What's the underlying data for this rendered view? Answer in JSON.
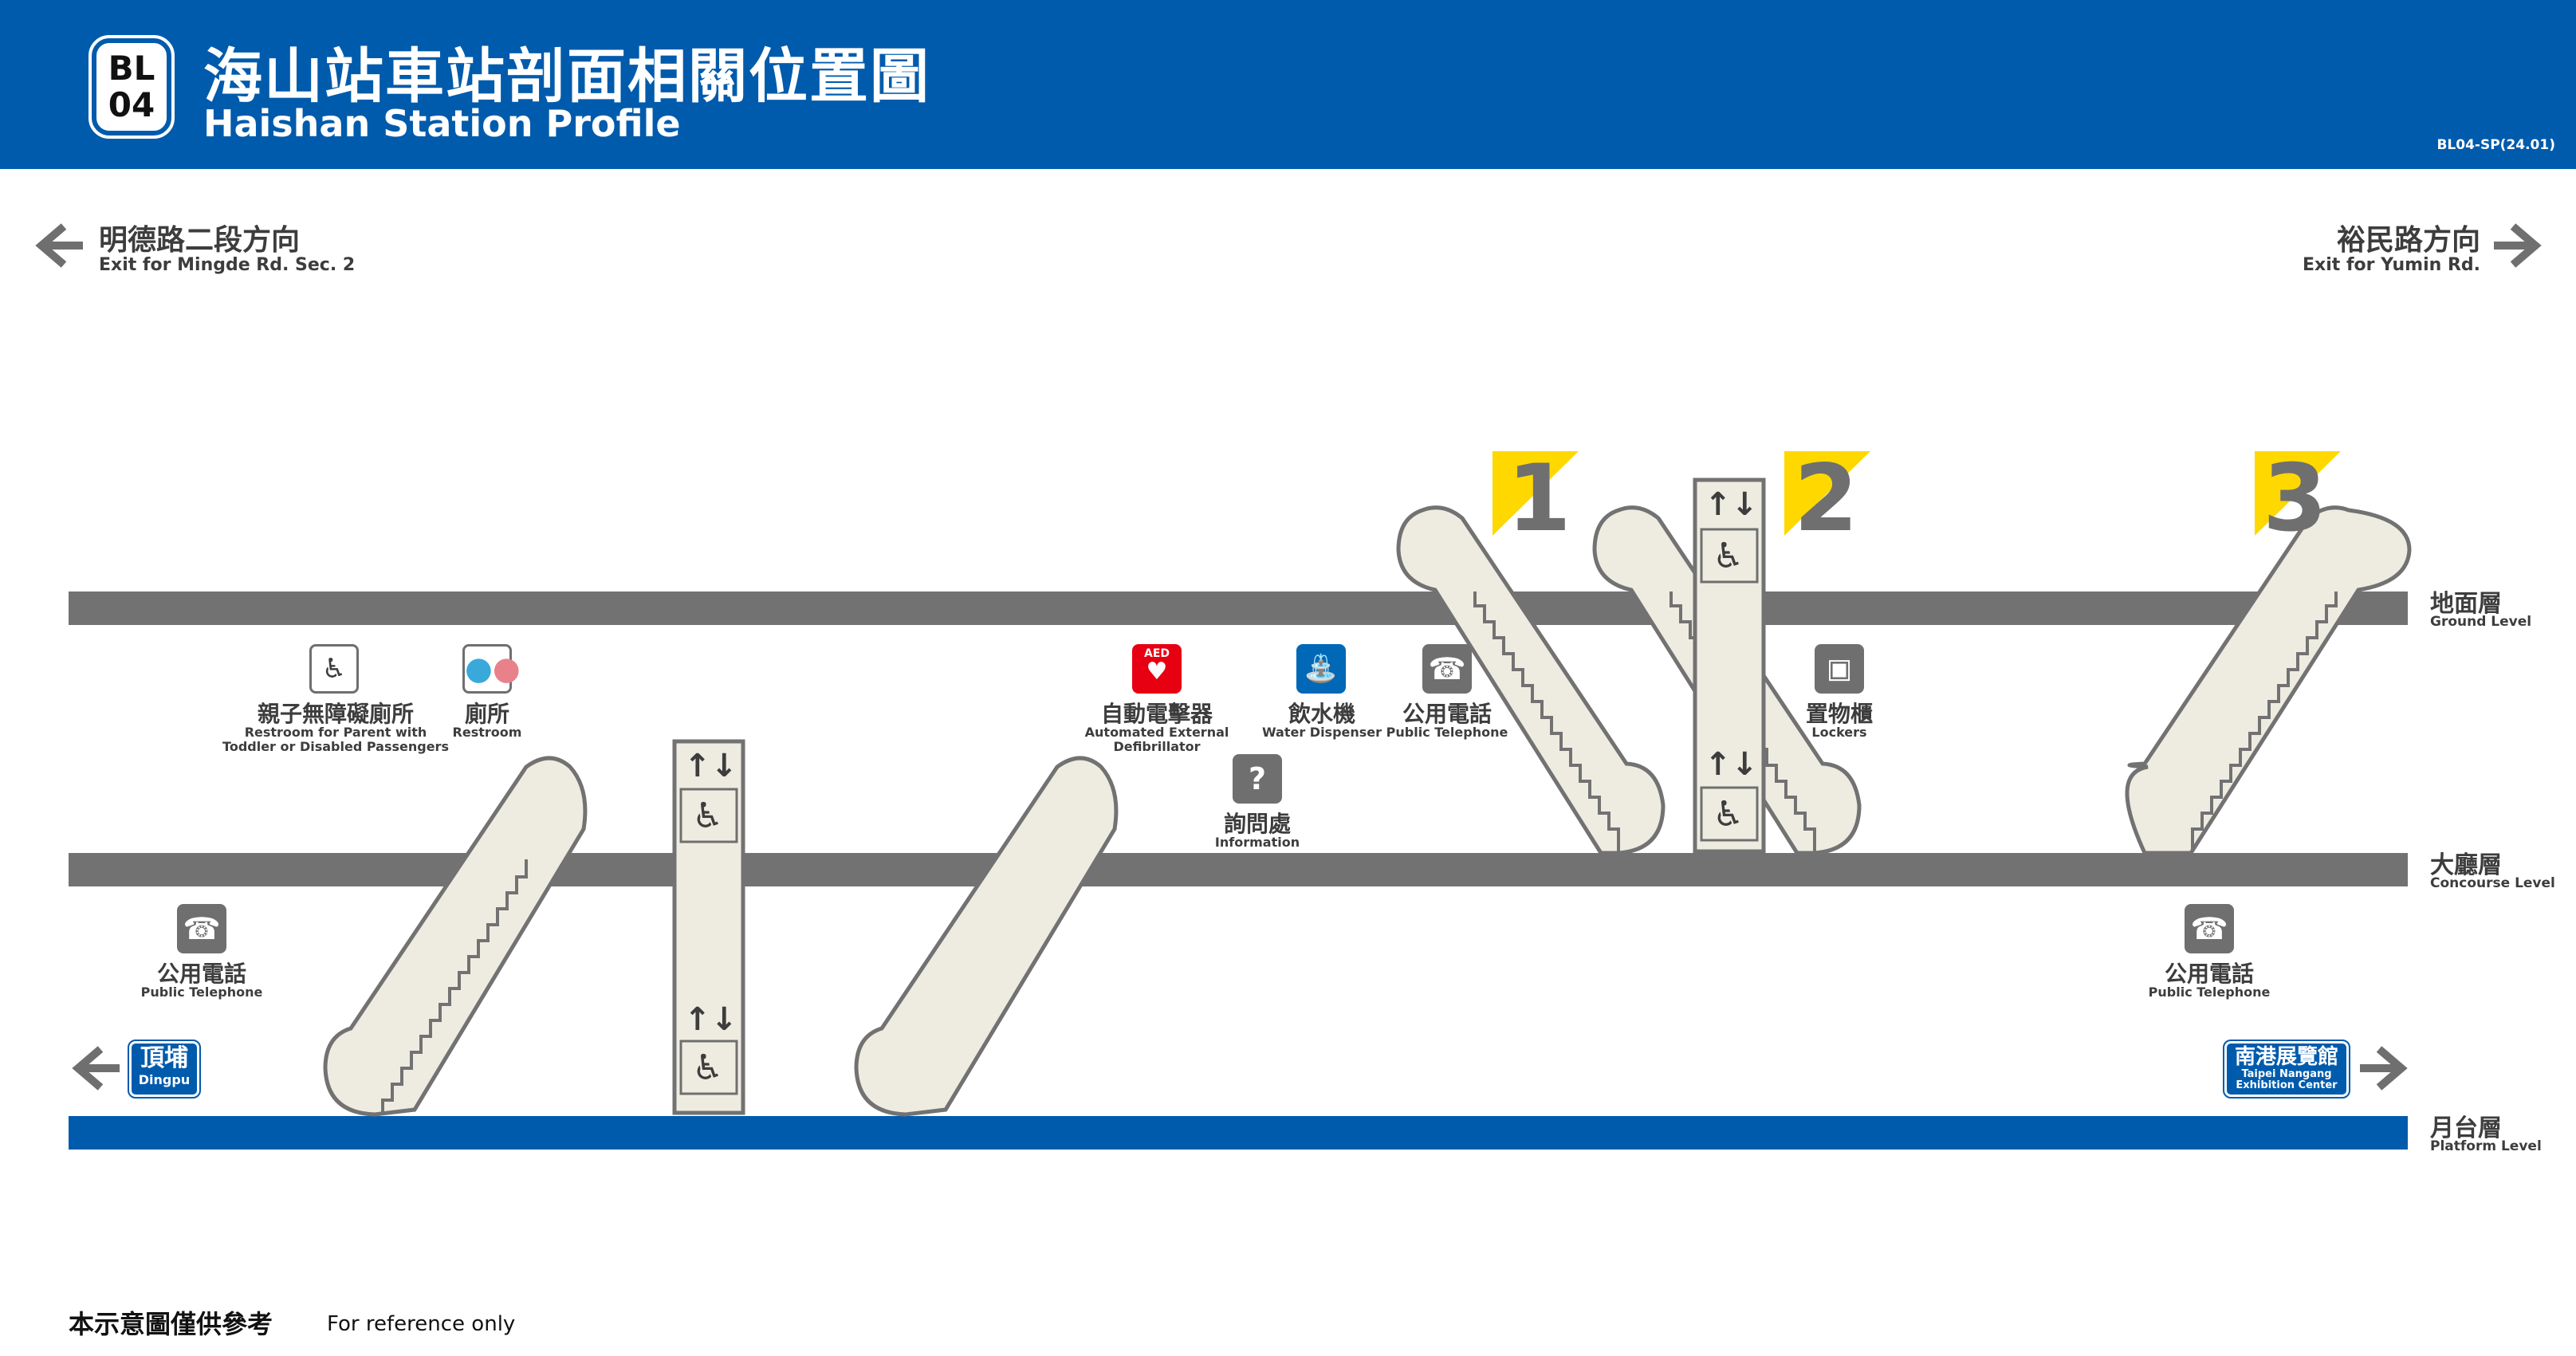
{
  "header": {
    "badge_line1": "BL",
    "badge_line2": "04",
    "title_zh": "海山站車站剖面相關位置圖",
    "title_en": "Haishan Station Profile",
    "code": "BL04-SP(24.01)"
  },
  "directions": {
    "left_zh": "明德路二段方向",
    "left_en": "Exit for Mingde Rd. Sec. 2",
    "right_zh": "裕民路方向",
    "right_en": "Exit for Yumin Rd."
  },
  "levels": [
    {
      "zh": "地面層",
      "en": "Ground Level"
    },
    {
      "zh": "大廳層",
      "en": "Concourse Level"
    },
    {
      "zh": "月台層",
      "en": "Platform Level"
    }
  ],
  "exits": [
    "1",
    "2",
    "3"
  ],
  "facilities": {
    "family_restroom": {
      "zh": "親子無障礙廁所",
      "en1": "Restroom for Parent with",
      "en2": "Toddler or Disabled Passengers"
    },
    "restroom": {
      "zh": "廁所",
      "en": "Restroom"
    },
    "aed": {
      "zh": "自動電擊器",
      "en1": "Automated External",
      "en2": "Defibrillator",
      "badge": "AED"
    },
    "water": {
      "zh": "飲水機",
      "en": "Water Dispenser"
    },
    "phone_ground": {
      "zh": "公用電話",
      "en": "Public Telephone"
    },
    "lockers": {
      "zh": "置物櫃",
      "en": "Lockers"
    },
    "info": {
      "zh": "詢問處",
      "en": "Information"
    },
    "phone_left": {
      "zh": "公用電話",
      "en": "Public Telephone"
    },
    "phone_right": {
      "zh": "公用電話",
      "en": "Public Telephone"
    }
  },
  "stations": {
    "left_zh": "頂埔",
    "left_en": "Dingpu",
    "right_zh": "南港展覽館",
    "right_en1": "Taipei Nangang",
    "right_en2": "Exhibition Center"
  },
  "colors": {
    "blue": "#005bac",
    "floor": "#727272",
    "escalator": "#eeece1",
    "exit_yellow": "#ffd800",
    "aed_red": "#e60012",
    "water_blue": "#0068b7"
  },
  "footer": {
    "zh": "本示意圖僅供參考",
    "en": "For reference only"
  }
}
